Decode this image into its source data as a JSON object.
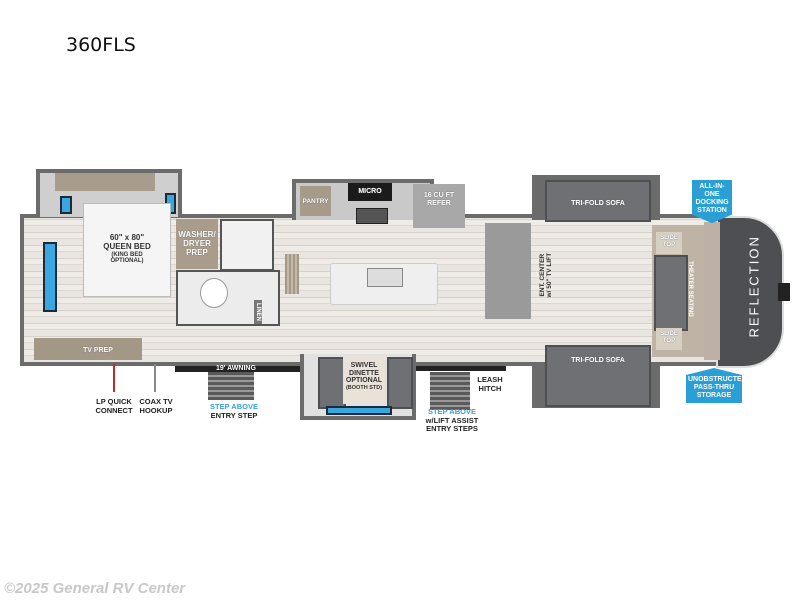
{
  "header": {
    "title": "360FLS"
  },
  "footer": {
    "copyright": "©2025 General RV Center"
  },
  "floorplan": {
    "brand": "REFLECTION",
    "rooms": {
      "bedroom": {
        "bed": [
          "60\" x 80\"",
          "QUEEN BED",
          "(KING BED",
          "OPTIONAL)"
        ],
        "tv": "TV PREP"
      },
      "laundry": [
        "WASHER/",
        "DRYER",
        "PREP"
      ],
      "linen": "LINEN",
      "kitchen": {
        "pantry": "PANTRY",
        "micro": "MICRO",
        "fridge": [
          "16 CU FT",
          "REFER"
        ]
      },
      "ent_center": [
        "ENT. CENTER",
        "w/ 50\" TV LIFT"
      ],
      "sofa_top": "TRI-FOLD SOFA",
      "sofa_bottom": "TRI-FOLD SOFA",
      "slide_top_1": [
        "SLIDE",
        "TOP"
      ],
      "slide_top_2": [
        "SLIDE",
        "TOP"
      ],
      "theater": "THEATER SEATING",
      "dinette": [
        "SWIVEL",
        "DINETTE",
        "OPTIONAL",
        "(BOOTH STD)"
      ],
      "awning": "19' AWNING"
    },
    "badges": {
      "docking": [
        "ALL-IN-ONE",
        "DOCKING",
        "STATION"
      ],
      "storage": [
        "UNOBSTRUCTED",
        "PASS-THRU",
        "STORAGE"
      ]
    },
    "callouts": {
      "lp": [
        "LP QUICK",
        "CONNECT"
      ],
      "coax": [
        "COAX TV",
        "HOOKUP"
      ],
      "step1": {
        "highlight": "STEP ABOVE",
        "text": "ENTRY STEP"
      },
      "step2": {
        "highlight": "STEP ABOVE",
        "text": [
          "w/LIFT ASSIST",
          "ENTRY STEPS"
        ]
      },
      "leash": [
        "LEASH",
        "HITCH"
      ]
    }
  }
}
